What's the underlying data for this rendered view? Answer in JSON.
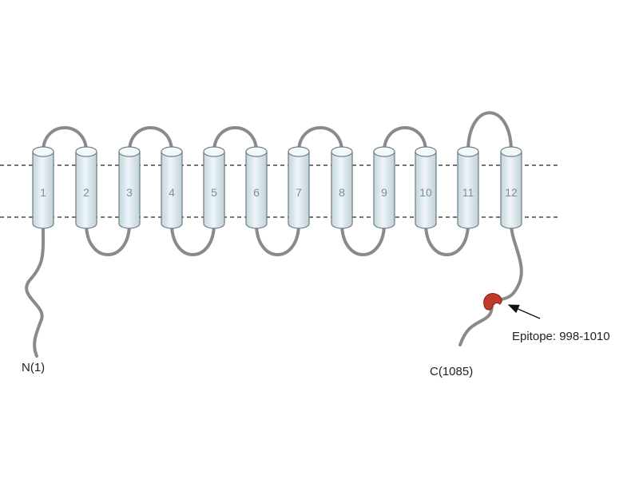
{
  "diagram": {
    "helices": [
      "1",
      "2",
      "3",
      "4",
      "5",
      "6",
      "7",
      "8",
      "9",
      "10",
      "11",
      "12"
    ],
    "n_terminus": "N(1)",
    "c_terminus": "C(1085)",
    "epitope_label": "Epitope: 998-1010",
    "colors": {
      "helix_fill": "#dde9ee",
      "helix_top": "#f3f8fa",
      "helix_stroke": "#6e7b82",
      "chain": "#8a8a8a",
      "membrane_line": "#222222",
      "epitope": "#c0392b"
    }
  }
}
